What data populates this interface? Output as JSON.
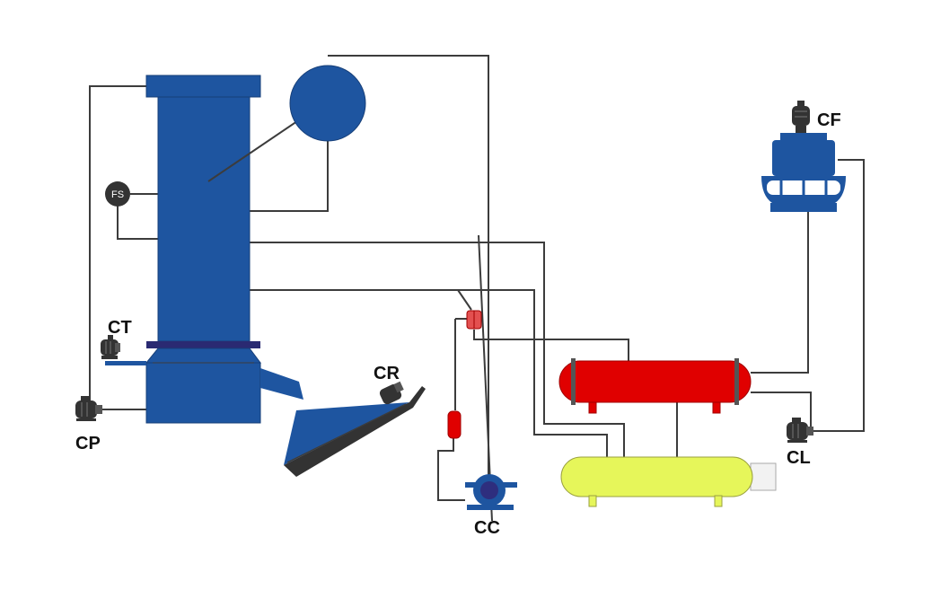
{
  "labels": {
    "ct": "CT",
    "cp": "CP",
    "cr": "CR",
    "cc": "CC",
    "cf": "CF",
    "cl": "CL",
    "fs": "FS"
  },
  "colors": {
    "blue": "#1e55a0",
    "dark_blue": "#173f78",
    "red": "#e00000",
    "dark_red": "#a00000",
    "yellow": "#e6f65a",
    "motor": "#333333",
    "pipe": "#3c3c3c"
  },
  "icons": {
    "motor": "electric-motor-icon",
    "pump": "centrifugal-pump-icon",
    "gauge": "flow-switch-icon"
  }
}
